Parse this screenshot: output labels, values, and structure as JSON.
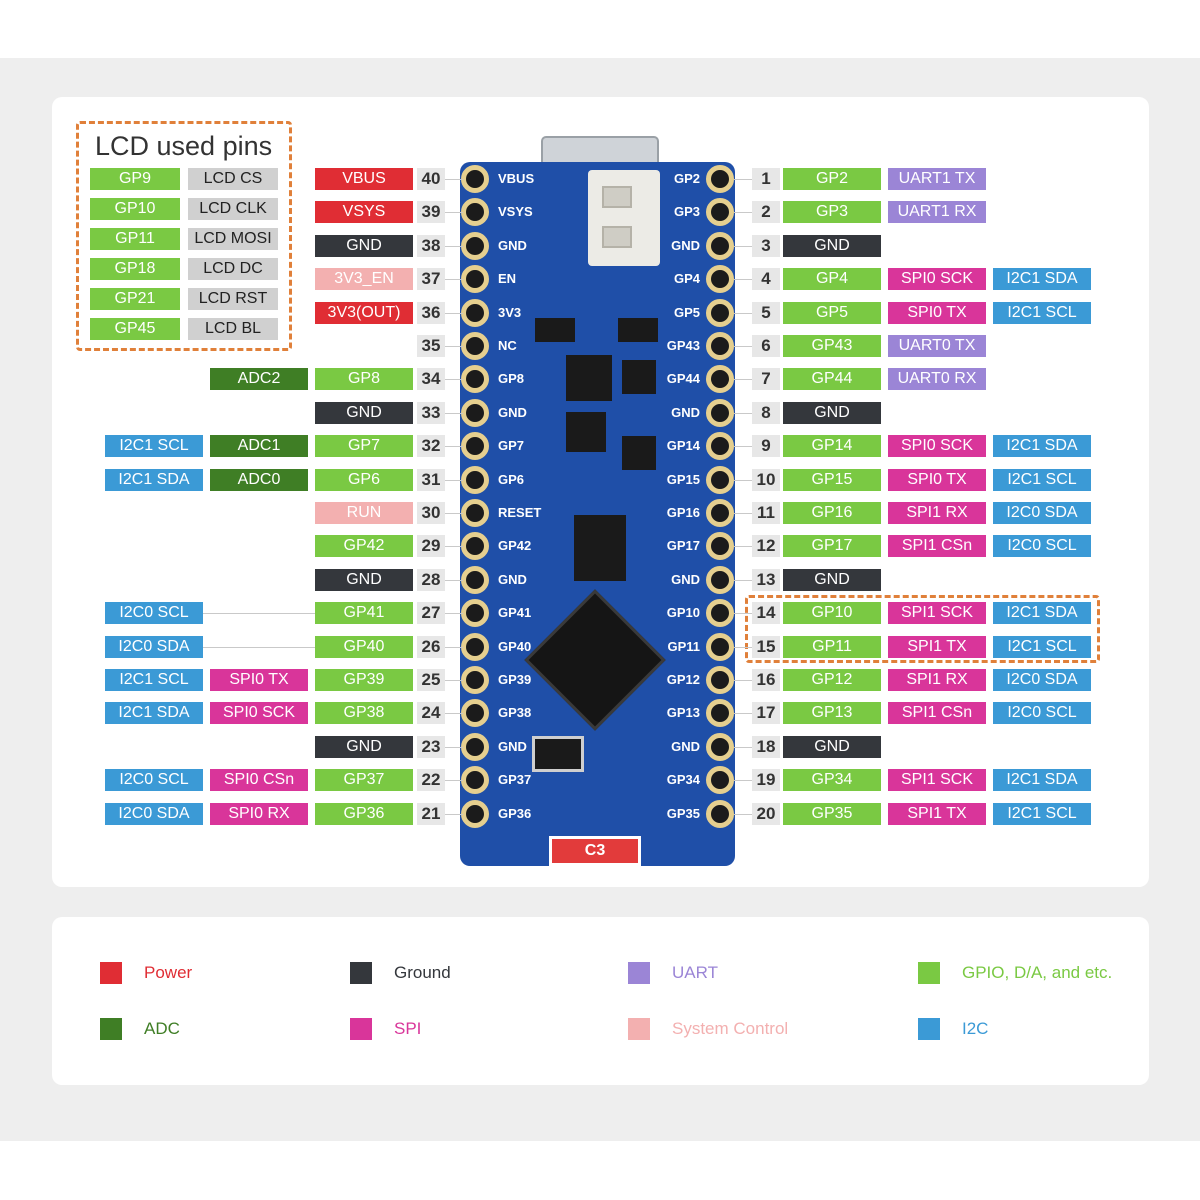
{
  "colors": {
    "power": "#e02d34",
    "ground": "#34373c",
    "uart": "#9b85d6",
    "gpio": "#7ac943",
    "adc": "#3f7e25",
    "spi": "#d9359a",
    "system": "#f3b0b0",
    "i2c": "#3b9ad6",
    "lcd_gray": "#d0d0d0",
    "accent_border": "#e0803a"
  },
  "lcd_box": {
    "title": "LCD used pins",
    "rows": [
      {
        "gpio": "GP9",
        "func": "LCD CS"
      },
      {
        "gpio": "GP10",
        "func": "LCD CLK"
      },
      {
        "gpio": "GP11",
        "func": "LCD MOSI"
      },
      {
        "gpio": "GP18",
        "func": "LCD DC"
      },
      {
        "gpio": "GP21",
        "func": "LCD RST"
      },
      {
        "gpio": "GP45",
        "func": "LCD BL"
      }
    ]
  },
  "left_pins": [
    {
      "num": "40",
      "silk": "VBUS",
      "labels": [
        {
          "text": "VBUS",
          "type": "power"
        }
      ]
    },
    {
      "num": "39",
      "silk": "VSYS",
      "labels": [
        {
          "text": "VSYS",
          "type": "power"
        }
      ]
    },
    {
      "num": "38",
      "silk": "GND",
      "labels": [
        {
          "text": "GND",
          "type": "ground"
        }
      ]
    },
    {
      "num": "37",
      "silk": "EN",
      "labels": [
        {
          "text": "3V3_EN",
          "type": "system"
        }
      ]
    },
    {
      "num": "36",
      "silk": "3V3",
      "labels": [
        {
          "text": "3V3(OUT)",
          "type": "power"
        }
      ]
    },
    {
      "num": "35",
      "silk": "NC",
      "labels": []
    },
    {
      "num": "34",
      "silk": "GP8",
      "labels": [
        {
          "text": "GP8",
          "type": "gpio"
        },
        {
          "text": "ADC2",
          "type": "adc"
        }
      ]
    },
    {
      "num": "33",
      "silk": "GND",
      "labels": [
        {
          "text": "GND",
          "type": "ground"
        }
      ]
    },
    {
      "num": "32",
      "silk": "GP7",
      "labels": [
        {
          "text": "GP7",
          "type": "gpio"
        },
        {
          "text": "ADC1",
          "type": "adc"
        },
        {
          "text": "I2C1 SCL",
          "type": "i2c"
        }
      ]
    },
    {
      "num": "31",
      "silk": "GP6",
      "labels": [
        {
          "text": "GP6",
          "type": "gpio"
        },
        {
          "text": "ADC0",
          "type": "adc"
        },
        {
          "text": "I2C1 SDA",
          "type": "i2c"
        }
      ]
    },
    {
      "num": "30",
      "silk": "RESET",
      "labels": [
        {
          "text": "RUN",
          "type": "system"
        }
      ]
    },
    {
      "num": "29",
      "silk": "GP42",
      "labels": [
        {
          "text": "GP42",
          "type": "gpio"
        }
      ]
    },
    {
      "num": "28",
      "silk": "GND",
      "labels": [
        {
          "text": "GND",
          "type": "ground"
        }
      ]
    },
    {
      "num": "27",
      "silk": "GP41",
      "labels": [
        {
          "text": "GP41",
          "type": "gpio"
        },
        {
          "text": "I2C0 SCL",
          "type": "i2c",
          "col": 2
        }
      ]
    },
    {
      "num": "26",
      "silk": "GP40",
      "labels": [
        {
          "text": "GP40",
          "type": "gpio"
        },
        {
          "text": "I2C0 SDA",
          "type": "i2c",
          "col": 2
        }
      ]
    },
    {
      "num": "25",
      "silk": "GP39",
      "labels": [
        {
          "text": "GP39",
          "type": "gpio"
        },
        {
          "text": "SPI0 TX",
          "type": "spi"
        },
        {
          "text": "I2C1 SCL",
          "type": "i2c"
        }
      ]
    },
    {
      "num": "24",
      "silk": "GP38",
      "labels": [
        {
          "text": "GP38",
          "type": "gpio"
        },
        {
          "text": "SPI0 SCK",
          "type": "spi"
        },
        {
          "text": "I2C1 SDA",
          "type": "i2c"
        }
      ]
    },
    {
      "num": "23",
      "silk": "GND",
      "labels": [
        {
          "text": "GND",
          "type": "ground"
        }
      ]
    },
    {
      "num": "22",
      "silk": "GP37",
      "labels": [
        {
          "text": "GP37",
          "type": "gpio"
        },
        {
          "text": "SPI0 CSn",
          "type": "spi"
        },
        {
          "text": "I2C0 SCL",
          "type": "i2c"
        }
      ]
    },
    {
      "num": "21",
      "silk": "GP36",
      "labels": [
        {
          "text": "GP36",
          "type": "gpio"
        },
        {
          "text": "SPI0 RX",
          "type": "spi"
        },
        {
          "text": "I2C0 SDA",
          "type": "i2c"
        }
      ]
    }
  ],
  "right_pins": [
    {
      "num": "1",
      "silk": "GP2",
      "labels": [
        {
          "text": "GP2",
          "type": "gpio"
        },
        {
          "text": "UART1 TX",
          "type": "uart"
        }
      ]
    },
    {
      "num": "2",
      "silk": "GP3",
      "labels": [
        {
          "text": "GP3",
          "type": "gpio"
        },
        {
          "text": "UART1 RX",
          "type": "uart"
        }
      ]
    },
    {
      "num": "3",
      "silk": "GND",
      "labels": [
        {
          "text": "GND",
          "type": "ground"
        }
      ]
    },
    {
      "num": "4",
      "silk": "GP4",
      "labels": [
        {
          "text": "GP4",
          "type": "gpio"
        },
        {
          "text": "SPI0 SCK",
          "type": "spi"
        },
        {
          "text": "I2C1 SDA",
          "type": "i2c"
        }
      ]
    },
    {
      "num": "5",
      "silk": "GP5",
      "labels": [
        {
          "text": "GP5",
          "type": "gpio"
        },
        {
          "text": "SPI0 TX",
          "type": "spi"
        },
        {
          "text": "I2C1 SCL",
          "type": "i2c"
        }
      ]
    },
    {
      "num": "6",
      "silk": "GP43",
      "labels": [
        {
          "text": "GP43",
          "type": "gpio"
        },
        {
          "text": "UART0 TX",
          "type": "uart"
        }
      ]
    },
    {
      "num": "7",
      "silk": "GP44",
      "labels": [
        {
          "text": "GP44",
          "type": "gpio"
        },
        {
          "text": "UART0 RX",
          "type": "uart"
        }
      ]
    },
    {
      "num": "8",
      "silk": "GND",
      "labels": [
        {
          "text": "GND",
          "type": "ground"
        }
      ]
    },
    {
      "num": "9",
      "silk": "GP14",
      "labels": [
        {
          "text": "GP14",
          "type": "gpio"
        },
        {
          "text": "SPI0 SCK",
          "type": "spi"
        },
        {
          "text": "I2C1 SDA",
          "type": "i2c"
        }
      ]
    },
    {
      "num": "10",
      "silk": "GP15",
      "labels": [
        {
          "text": "GP15",
          "type": "gpio"
        },
        {
          "text": "SPI0 TX",
          "type": "spi"
        },
        {
          "text": "I2C1 SCL",
          "type": "i2c"
        }
      ]
    },
    {
      "num": "11",
      "silk": "GP16",
      "labels": [
        {
          "text": "GP16",
          "type": "gpio"
        },
        {
          "text": "SPI1 RX",
          "type": "spi"
        },
        {
          "text": "I2C0 SDA",
          "type": "i2c"
        }
      ]
    },
    {
      "num": "12",
      "silk": "GP17",
      "labels": [
        {
          "text": "GP17",
          "type": "gpio"
        },
        {
          "text": "SPI1 CSn",
          "type": "spi"
        },
        {
          "text": "I2C0 SCL",
          "type": "i2c"
        }
      ]
    },
    {
      "num": "13",
      "silk": "GND",
      "labels": [
        {
          "text": "GND",
          "type": "ground"
        }
      ]
    },
    {
      "num": "14",
      "silk": "GP10",
      "labels": [
        {
          "text": "GP10",
          "type": "gpio"
        },
        {
          "text": "SPI1 SCK",
          "type": "spi"
        },
        {
          "text": "I2C1 SDA",
          "type": "i2c"
        }
      ]
    },
    {
      "num": "15",
      "silk": "GP11",
      "labels": [
        {
          "text": "GP11",
          "type": "gpio"
        },
        {
          "text": "SPI1 TX",
          "type": "spi"
        },
        {
          "text": "I2C1 SCL",
          "type": "i2c"
        }
      ]
    },
    {
      "num": "16",
      "silk": "GP12",
      "labels": [
        {
          "text": "GP12",
          "type": "gpio"
        },
        {
          "text": "SPI1 RX",
          "type": "spi"
        },
        {
          "text": "I2C0 SDA",
          "type": "i2c"
        }
      ]
    },
    {
      "num": "17",
      "silk": "GP13",
      "labels": [
        {
          "text": "GP13",
          "type": "gpio"
        },
        {
          "text": "SPI1 CSn",
          "type": "spi"
        },
        {
          "text": "I2C0 SCL",
          "type": "i2c"
        }
      ]
    },
    {
      "num": "18",
      "silk": "GND",
      "labels": [
        {
          "text": "GND",
          "type": "ground"
        }
      ]
    },
    {
      "num": "19",
      "silk": "GP34",
      "labels": [
        {
          "text": "GP34",
          "type": "gpio"
        },
        {
          "text": "SPI1 SCK",
          "type": "spi"
        },
        {
          "text": "I2C1 SDA",
          "type": "i2c"
        }
      ]
    },
    {
      "num": "20",
      "silk": "GP35",
      "labels": [
        {
          "text": "GP35",
          "type": "gpio"
        },
        {
          "text": "SPI1 TX",
          "type": "spi"
        },
        {
          "text": "I2C1 SCL",
          "type": "i2c"
        }
      ]
    }
  ],
  "board": {
    "bottom_tag": "C3"
  },
  "legend": [
    {
      "label": "Power",
      "type": "power",
      "text_color": "#e02d34"
    },
    {
      "label": "Ground",
      "type": "ground",
      "text_color": "#34373c"
    },
    {
      "label": "UART",
      "type": "uart",
      "text_color": "#9b85d6"
    },
    {
      "label": "GPIO, D/A, and etc.",
      "type": "gpio",
      "text_color": "#7ac943"
    },
    {
      "label": "ADC",
      "type": "adc",
      "text_color": "#3f7e25"
    },
    {
      "label": "SPI",
      "type": "spi",
      "text_color": "#d9359a"
    },
    {
      "label": "System Control",
      "type": "system",
      "text_color": "#f3b0b0"
    },
    {
      "label": "I2C",
      "type": "i2c",
      "text_color": "#3b9ad6"
    }
  ]
}
